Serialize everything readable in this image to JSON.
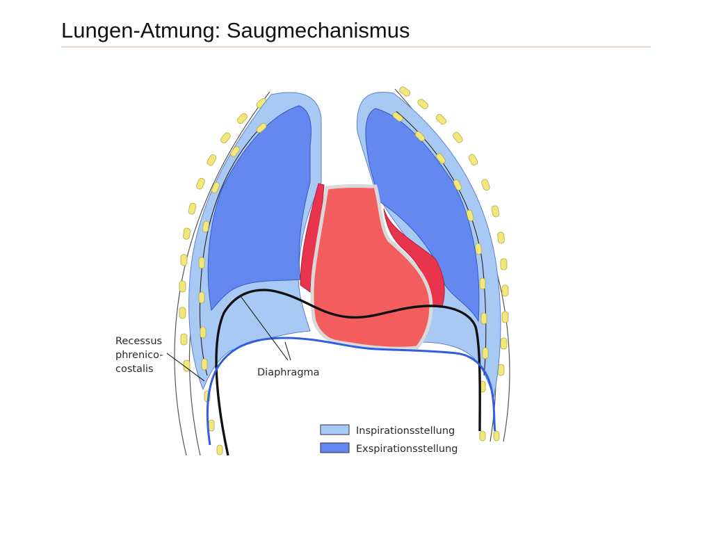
{
  "title": "Lungen-Atmung: Saugmechanismus",
  "labels": {
    "recessus_line1": "Recessus",
    "recessus_line2": "phrenico-",
    "recessus_line3": "costalis",
    "diaphragma": "Diaphragma"
  },
  "legend": [
    {
      "label": "Inspirationsstellung",
      "color": "#a9c9f5"
    },
    {
      "label": "Exspirationsstellung",
      "color": "#6389f0"
    }
  ],
  "colors": {
    "inspiration": "#a9c9f5",
    "expiration": "#6389f0",
    "heart": "#f45d5d",
    "heart_dark": "#e8344d",
    "rib": "#f1e77a",
    "diaphragm_expiration": "#111111",
    "diaphragm_inspiration": "#2f5fe0"
  }
}
